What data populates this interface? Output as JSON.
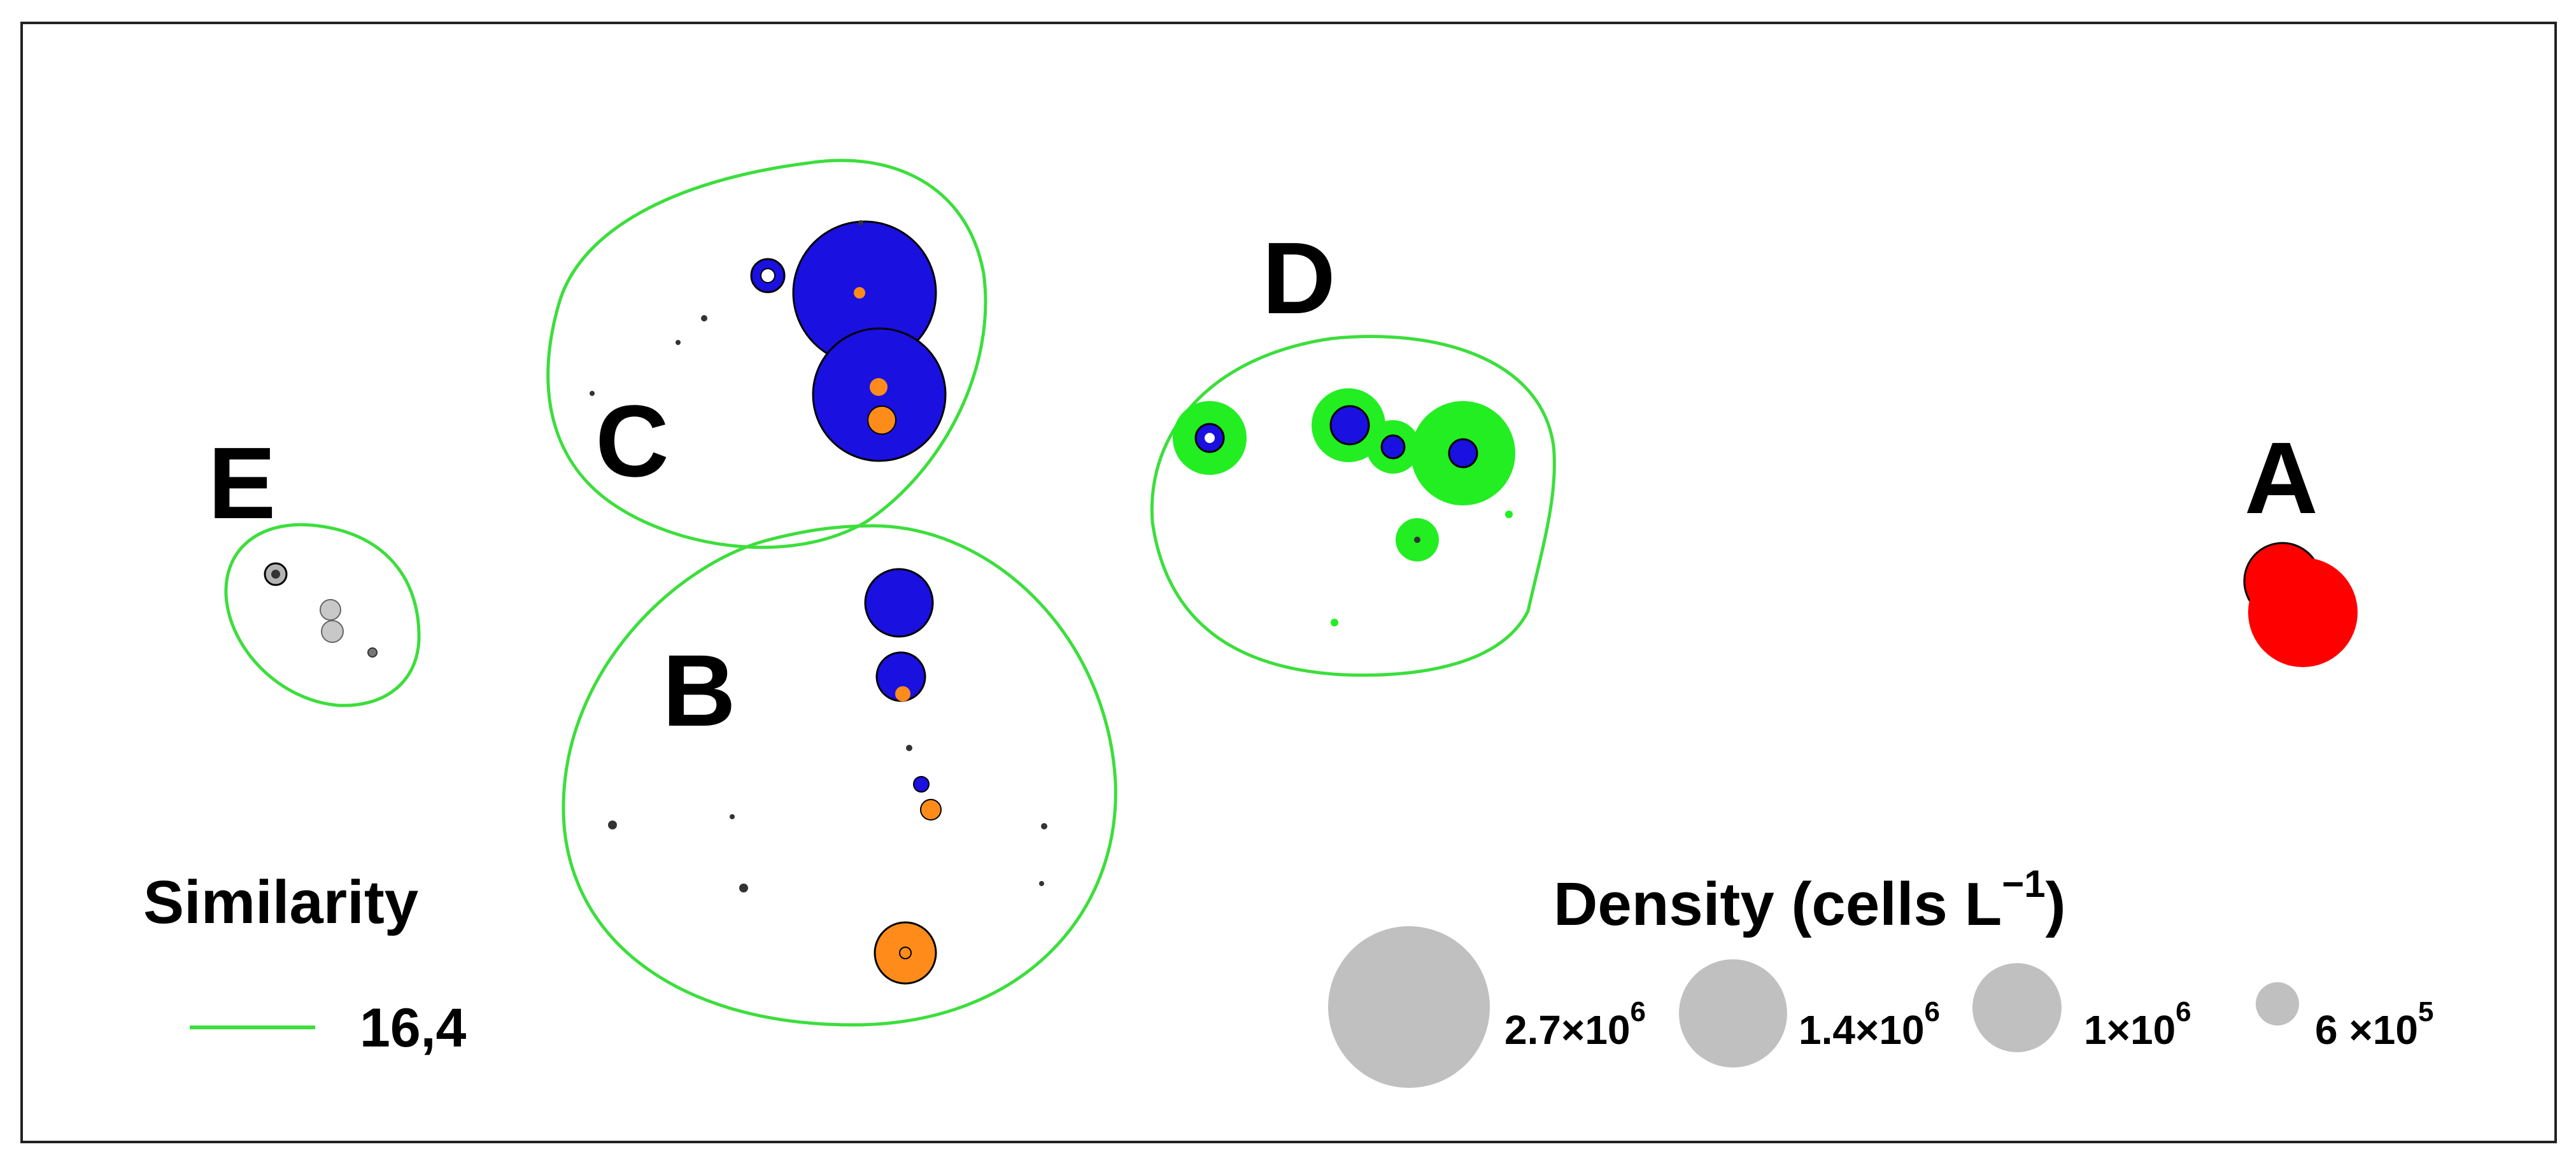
{
  "chart_data": {
    "type": "scatter",
    "title": "",
    "groups": [
      {
        "label": "A",
        "color": "#ff0000"
      },
      {
        "label": "B",
        "color": "#3cde3c"
      },
      {
        "label": "C",
        "color": "#3cde3c"
      },
      {
        "label": "D",
        "color": "#3cde3c"
      },
      {
        "label": "E",
        "color": "#3cde3c"
      }
    ],
    "similarity": {
      "title": "Similarity",
      "value": "16,4",
      "line_color": "#3cde3c"
    },
    "density_legend": {
      "title_text": "Density (cells L",
      "title_sup": "−1",
      "title_close": ")",
      "items": [
        {
          "mantissa": "2.7×10",
          "exponent": "6",
          "value": 2700000
        },
        {
          "mantissa": "1.4×10",
          "exponent": "6",
          "value": 1400000
        },
        {
          "mantissa": "1×10",
          "exponent": "6",
          "value": 1000000
        },
        {
          "mantissa": "6 ×10",
          "exponent": "5",
          "value": 600000
        }
      ],
      "swatch_color": "#c0c0c0"
    },
    "colors": {
      "blue": "#1a10e0",
      "orange": "#ff8c1a",
      "green": "#22ee22",
      "red": "#ff0000",
      "gray": "#b4b4b4",
      "outline": "#3cde3c"
    }
  }
}
